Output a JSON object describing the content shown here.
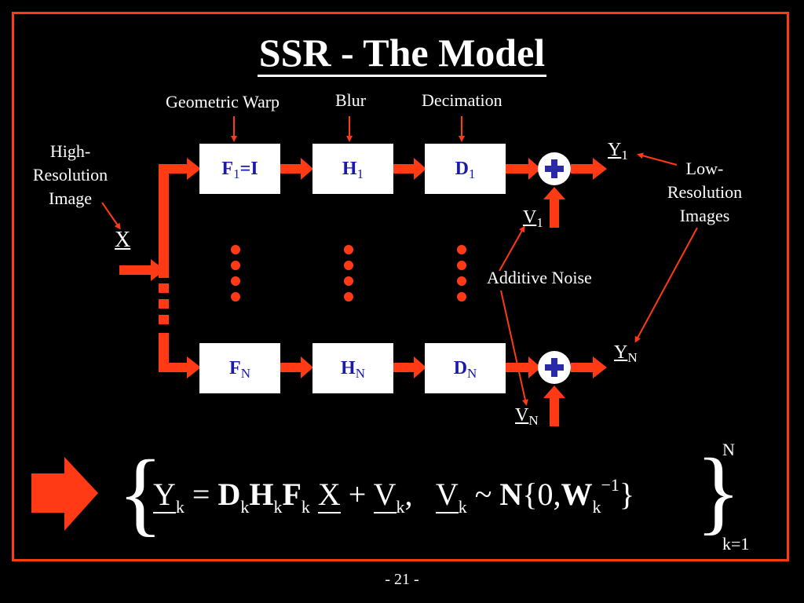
{
  "slide": {
    "title": " SSR - The Model",
    "page_number": "- 21 -"
  },
  "labels": {
    "geometric_warp": "Geometric Warp",
    "blur": "Blur",
    "decimation": "Decimation",
    "high_res": [
      "High-",
      "Resolution",
      "Image"
    ],
    "low_res": [
      "Low-",
      "Resolution",
      "Images"
    ],
    "additive_noise": "Additive Noise"
  },
  "variables": {
    "x": "X",
    "y1": {
      "main": "Y",
      "sub": "1"
    },
    "yN": {
      "main": "Y",
      "sub": "N"
    },
    "v1": {
      "main": "V",
      "sub": "1"
    },
    "vN": {
      "main": "V",
      "sub": "N"
    }
  },
  "boxes": {
    "row1": [
      {
        "main": "F",
        "sub": "1",
        "suffix": "=I"
      },
      {
        "main": "H",
        "sub": "1",
        "suffix": ""
      },
      {
        "main": "D",
        "sub": "1",
        "suffix": ""
      }
    ],
    "rowN": [
      {
        "main": "F",
        "sub": "N",
        "suffix": ""
      },
      {
        "main": "H",
        "sub": "N",
        "suffix": ""
      },
      {
        "main": "D",
        "sub": "N",
        "suffix": ""
      }
    ]
  },
  "equation": {
    "Y": "Y",
    "k": "k",
    "eq": "=",
    "D": "D",
    "H": "H",
    "F": "F",
    "X": "X",
    "plus": "+",
    "V": "V",
    "comma": ",",
    "tilde": "~",
    "N": "N",
    "zero": "0,",
    "W": "W",
    "inv": "−1",
    "upper_limit": "N",
    "lower_limit": "k=1"
  },
  "colors": {
    "accent": "#ff3a14",
    "box_text": "#1a1aa8",
    "background": "#000000"
  }
}
